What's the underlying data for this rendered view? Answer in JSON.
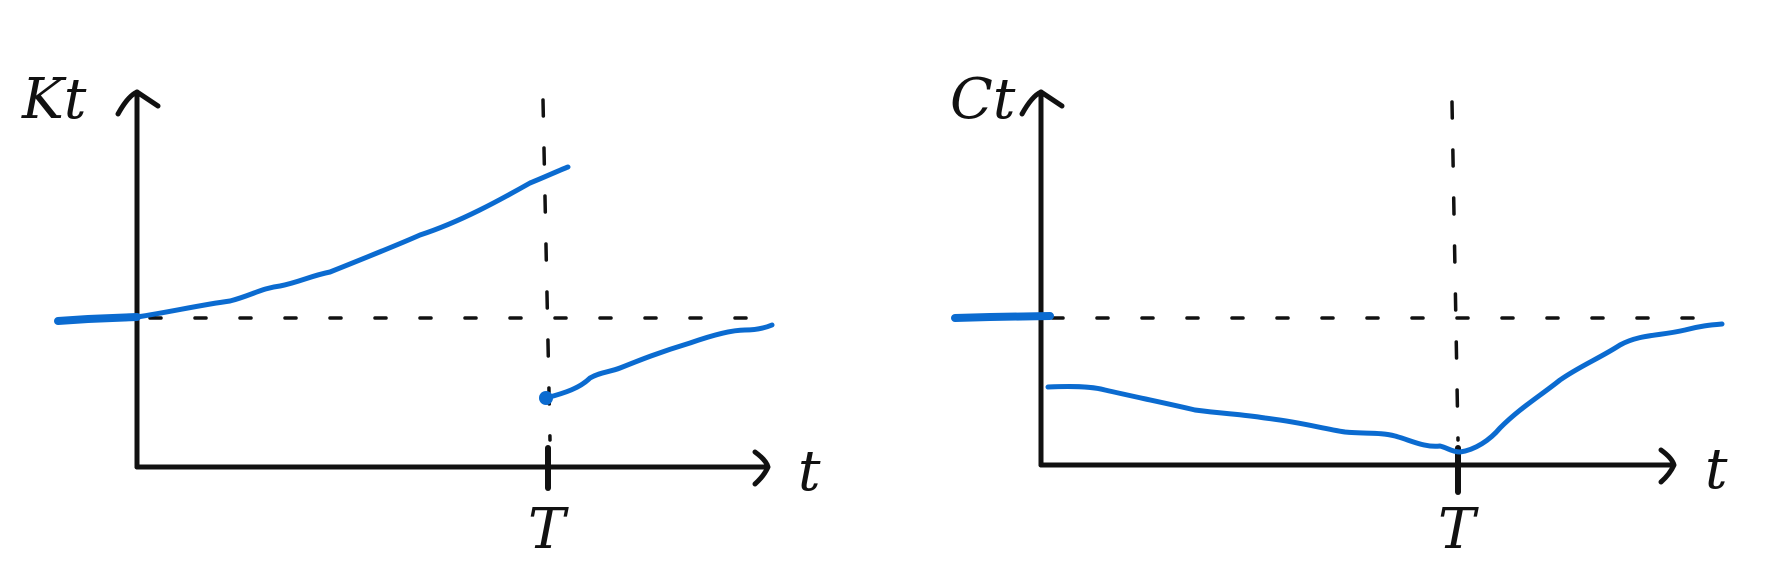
{
  "colors": {
    "curve": "#0b6bd0",
    "ink": "#111111"
  },
  "panels": [
    {
      "y_label": "Kt",
      "x_label": "t",
      "marker_label": "T"
    },
    {
      "y_label": "Ct",
      "x_label": "t",
      "marker_label": "T"
    }
  ]
}
